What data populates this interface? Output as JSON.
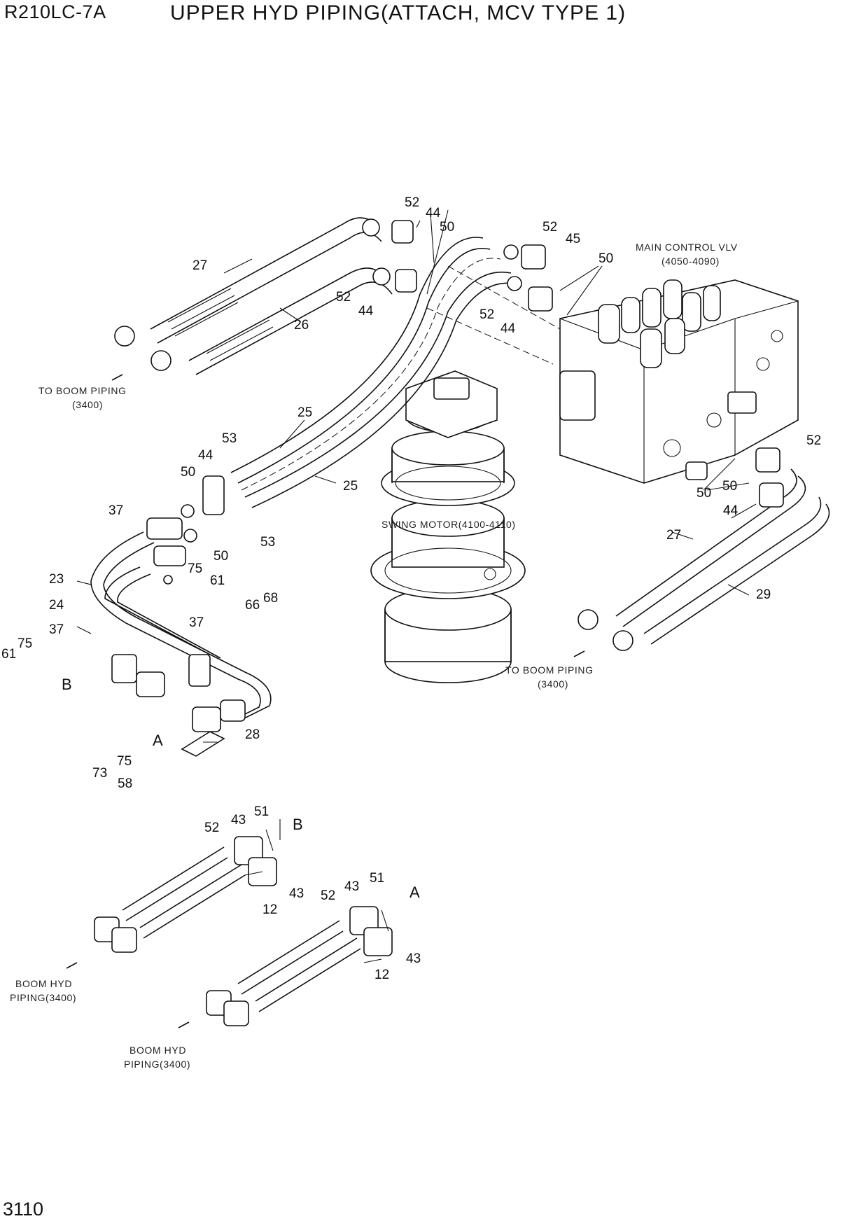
{
  "header": {
    "model": "R210LC-7A",
    "title": "UPPER HYD PIPING(ATTACH, MCV TYPE 1)"
  },
  "footer": {
    "page_number": "3110"
  },
  "captions": {
    "main_control_vlv": [
      "MAIN CONTROL VLV",
      "(4050-4090)"
    ],
    "swing_motor": "SWING MOTOR(4100-4110)",
    "to_boom_piping_left": [
      "TO BOOM PIPING",
      "(3400)"
    ],
    "to_boom_piping_right": [
      "TO BOOM PIPING",
      "(3400)"
    ],
    "boom_hyd_1": [
      "BOOM HYD",
      "PIPING(3400)"
    ],
    "boom_hyd_2": [
      "BOOM HYD",
      "PIPING(3400)"
    ]
  },
  "callouts": [
    "52",
    "44",
    "50",
    "27",
    "52",
    "44",
    "26",
    "52",
    "45",
    "50",
    "52",
    "44",
    "25",
    "53",
    "44",
    "50",
    "25",
    "37",
    "50",
    "53",
    "23",
    "75",
    "61",
    "24",
    "66",
    "68",
    "37",
    "37",
    "75",
    "61",
    "B",
    "A",
    "28",
    "73",
    "75",
    "58",
    "52",
    "44",
    "50",
    "50",
    "44",
    "27",
    "29",
    "52",
    "43",
    "51",
    "B",
    "43",
    "12",
    "52",
    "43",
    "51",
    "A",
    "43",
    "12"
  ]
}
